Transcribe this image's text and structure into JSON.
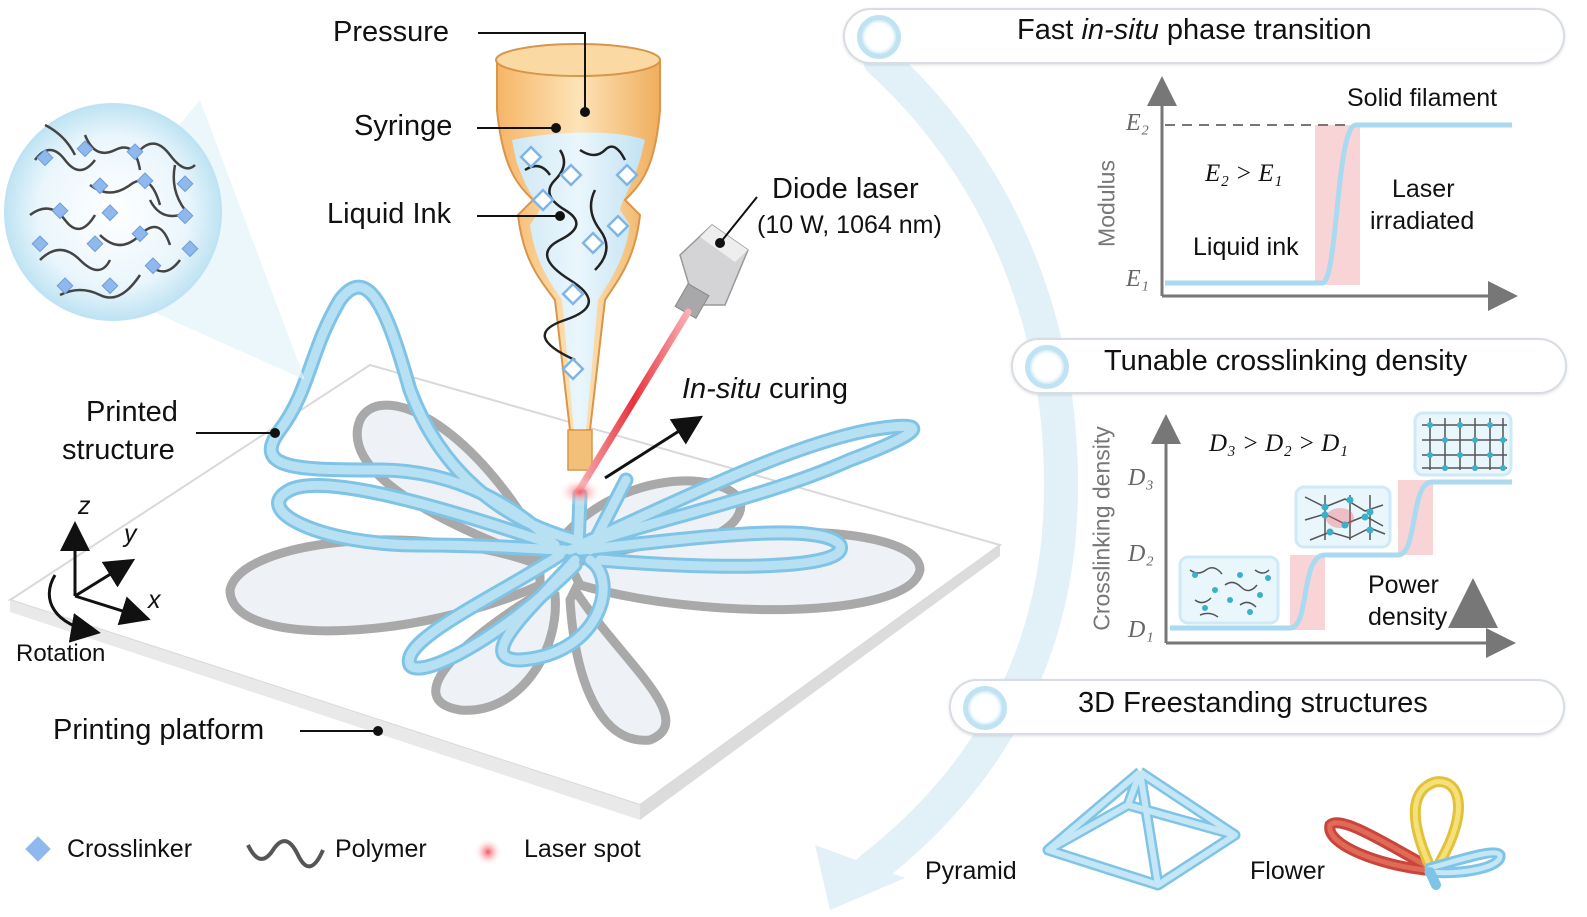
{
  "labels": {
    "pressure": "Pressure",
    "syringe": "Syringe",
    "liquid_ink": "Liquid Ink",
    "diode_laser": "Diode laser",
    "laser_spec": "(10 W, 1064 nm)",
    "in_situ_italic": "In-situ",
    "curing": " curing",
    "printed_structure_1": "Printed",
    "printed_structure_2": "structure",
    "rotation": "Rotation",
    "printing_platform": "Printing platform",
    "axis_z": "z",
    "axis_y": "y",
    "axis_x": "x"
  },
  "legend": {
    "crosslinker": "Crosslinker",
    "polymer": "Polymer",
    "laser_spot": "Laser spot"
  },
  "panel1": {
    "title_a": "Fast ",
    "title_b": "in-situ",
    "title_c": " phase transition",
    "ylabel": "Modulus",
    "solid_filament": "Solid filament",
    "e2_gt_e1": "E₂ > E₁",
    "laser_irradiated_1": "Laser",
    "laser_irradiated_2": "irradiated",
    "liquid_ink": "Liquid ink",
    "tick_e2": "E₂",
    "tick_e1": "E₁"
  },
  "panel2": {
    "title": "Tunable crosslinking density",
    "ylabel": "Crosslinking density",
    "order": "D₃ > D₂ > D₁",
    "power_1": "Power",
    "power_2": "density",
    "tick_d3": "D₃",
    "tick_d2": "D₂",
    "tick_d1": "D₁"
  },
  "panel3": {
    "title": "3D Freestanding structures",
    "pyramid": "Pyramid",
    "flower": "Flower"
  },
  "colors": {
    "filament": "#a9daf0",
    "filament_edge": "#7fc4e6",
    "laser": "#e8323c",
    "highlight": "#f7c6c8",
    "nozzle": "#f3c07a",
    "crosslinker": "#8fb8ee"
  }
}
